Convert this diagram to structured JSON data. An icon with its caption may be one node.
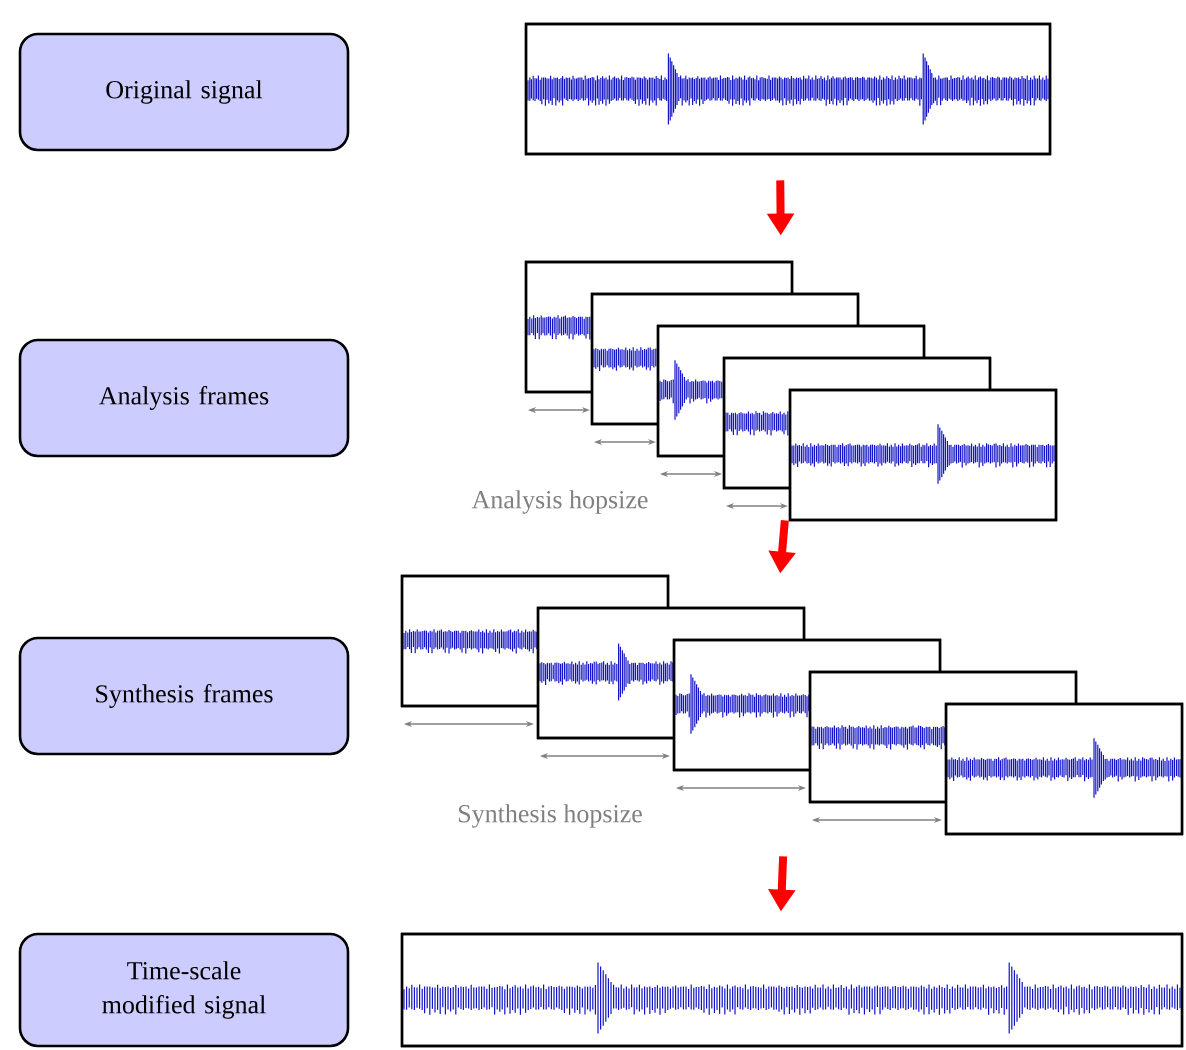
{
  "diagram": {
    "nodes": [
      {
        "text": [
          "Original signal"
        ]
      },
      {
        "text": [
          "Analysis frames"
        ]
      },
      {
        "text": [
          "Synthesis frames"
        ]
      },
      {
        "text": [
          "Time-scale modified signal"
        ]
      },
      {
        "text": [],
        "shape": "picture"
      },
      {
        "text": [],
        "shape": "picture"
      },
      {
        "text": [],
        "shape": "picture"
      },
      {
        "text": [],
        "shape": "picture"
      }
    ],
    "edges": [
      {
        "from": 4,
        "to": 5,
        "arrow": "to"
      },
      {
        "from": 5,
        "to": 6,
        "arrow": "to"
      },
      {
        "from": 6,
        "to": 7,
        "arrow": "to"
      }
    ],
    "labels": [
      "Analysis hopsize",
      "Synthesis hopsize"
    ]
  }
}
